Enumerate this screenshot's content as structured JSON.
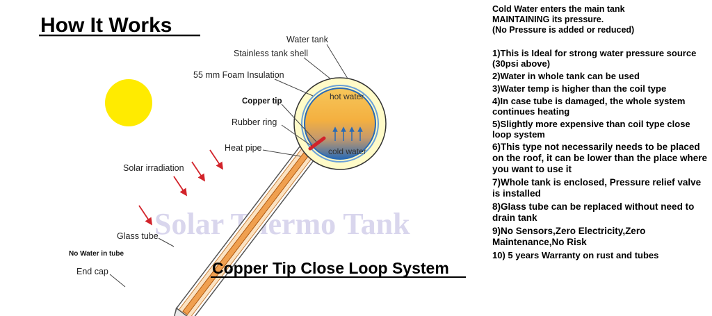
{
  "title": "How It Works",
  "subtitle": "Copper Tip Close Loop System",
  "watermark": "Solar Thermo Tank",
  "labels": {
    "water_tank": "Water tank",
    "stainless_shell": "Stainless tank shell",
    "foam_insulation": "55 mm Foam Insulation",
    "copper_tip": "Copper tip",
    "rubber_ring": "Rubber ring",
    "heat_pipe": "Heat pipe",
    "solar_irradiation": "Solar irradiation",
    "glass_tube": "Glass tube",
    "no_water": "No Water in tube",
    "end_cap": "End cap",
    "hot_water": "hot water",
    "cold_water": "cold water"
  },
  "notes": {
    "intro": [
      "Cold Water enters the main tank",
      "MAINTAINING its pressure.",
      "(No Pressure is added or reduced)"
    ],
    "items": [
      "1)This is Ideal for strong water pressure source (30psi above)",
      "2)Water in whole tank can be used",
      "3)Water temp is higher than the coil type",
      "4)In case tube is damaged, the whole system continues heating",
      "5)Slightly more expensive than coil type close loop system",
      "6)This type not necessarily needs to be placed on the roof, it can be lower than the place where you want to use it",
      "7)Whole tank is enclosed, Pressure relief valve is installed",
      "8)Glass tube can be replaced without need to drain tank",
      "9)No Sensors,Zero Electricity,Zero Maintenance,No Risk",
      "10) 5 years Warranty on rust and tubes"
    ]
  },
  "colors": {
    "sun": "#ffeb00",
    "hot_water": "#f6a623",
    "cold_water": "#2a6bb5",
    "tank_shell": "#fffbc8",
    "arrows": "#d2232a",
    "heat_pipe": "#f0a050"
  }
}
